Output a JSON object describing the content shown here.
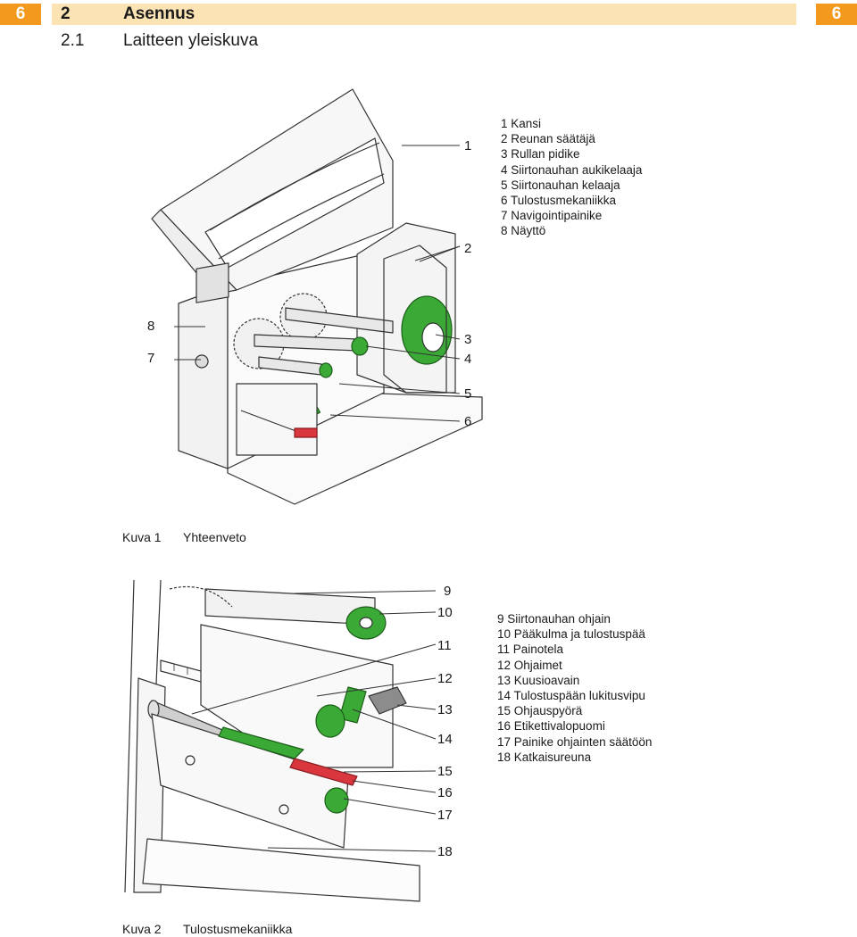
{
  "header": {
    "page_number_left": "6",
    "page_number_right": "6",
    "chapter_number": "2",
    "chapter_title": "Asennus"
  },
  "section": {
    "number": "2.1",
    "title": "Laitteen yleiskuva"
  },
  "figure1": {
    "callouts": [
      "1",
      "2",
      "3",
      "4",
      "5",
      "6",
      "7",
      "8"
    ],
    "legend": [
      "1 Kansi",
      "2 Reunan säätäjä",
      "3 Rullan pidike",
      "4 Siirtonauhan aukikelaaja",
      "5 Siirtonauhan kelaaja",
      "6 Tulostusmekaniikka",
      "7 Navigointipainike",
      "8 Näyttö"
    ],
    "caption_label": "Kuva 1",
    "caption_text": "Yhteenveto"
  },
  "figure2": {
    "callouts": [
      "9",
      "10",
      "11",
      "12",
      "13",
      "14",
      "15",
      "16",
      "17",
      "18"
    ],
    "legend": [
      "9 Siirtonauhan ohjain",
      "10 Pääkulma ja tulostuspää",
      "11 Painotela",
      "12 Ohjaimet",
      "13 Kuusioavain",
      "14 Tulostuspään lukitusvipu",
      "15 Ohjauspyörä",
      "16 Etikettivalopuomi",
      "17 Painike ohjainten säätöön",
      "18 Katkaisureuna"
    ],
    "caption_label": "Kuva 2",
    "caption_text": "Tulostusmekaniikka"
  },
  "colors": {
    "accent_orange": "#f39a1e",
    "chapter_strip": "#fbe3b4",
    "part_green": "#3aa935",
    "red_part": "#d9363e"
  }
}
